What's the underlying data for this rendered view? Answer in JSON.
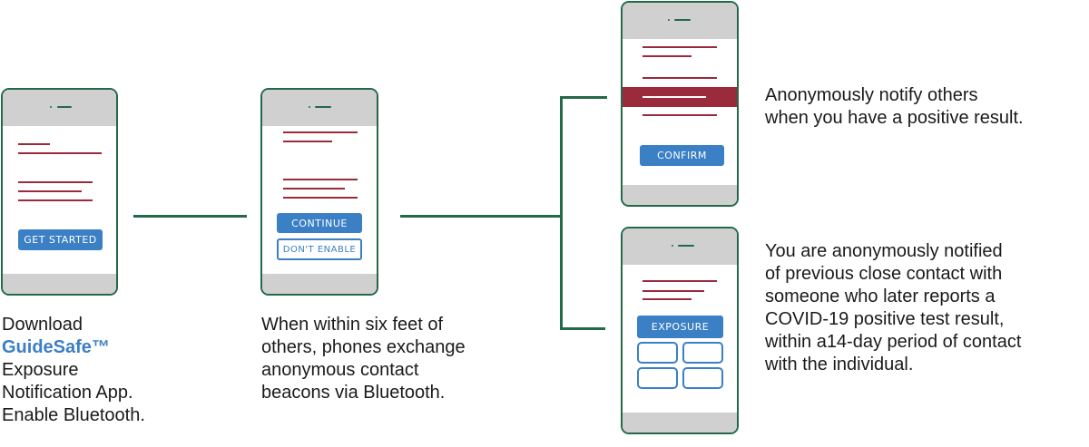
{
  "colors": {
    "frame_green": "#23694a",
    "accent_red": "#9b2a3a",
    "button_blue": "#3b7fc4",
    "bezel_gray": "#d0d0d0"
  },
  "steps": [
    {
      "phone": {
        "buttons": [
          {
            "label": "GET STARTED",
            "style": "filled"
          }
        ]
      },
      "caption": {
        "line1": "Download",
        "brand": "GuideSafe™",
        "rest": [
          "Exposure",
          "Notification App.",
          "Enable Bluetooth."
        ]
      }
    },
    {
      "phone": {
        "buttons": [
          {
            "label": "CONTINUE",
            "style": "filled"
          },
          {
            "label": "DON'T ENABLE",
            "style": "outline"
          }
        ]
      },
      "caption": {
        "lines": [
          "When within six feet of",
          "others, phones exchange",
          "anonymous contact",
          "beacons via Bluetooth."
        ]
      }
    },
    {
      "phone": {
        "buttons": [
          {
            "label": "CONFIRM",
            "style": "filled"
          }
        ]
      },
      "caption": {
        "lines": [
          "Anonymously notify others",
          "when you have a positive result."
        ]
      }
    },
    {
      "phone": {
        "buttons": [
          {
            "label": "EXPOSURE",
            "style": "filled"
          }
        ],
        "tiles": 4
      },
      "caption": {
        "lines": [
          "You are anonymously notified",
          "of previous close contact with",
          "someone who later reports a",
          "COVID-19 positive test result,",
          "within a14-day period of contact",
          "with the individual."
        ]
      }
    }
  ]
}
